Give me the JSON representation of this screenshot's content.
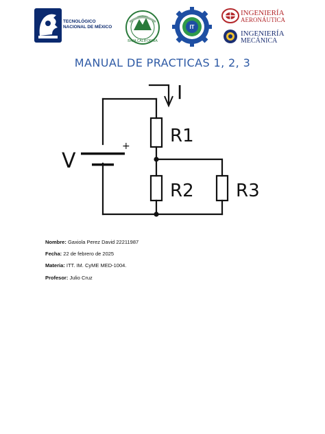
{
  "header": {
    "tecnm_name_line1": "TECNOLÓGICO",
    "tecnm_name_line2": "NACIONAL DE MÉXICO",
    "itt_ring_text": "BAJA CALIFORNIA",
    "gear_center_text": "IT",
    "aero_label_line1": "INGENIERÍA",
    "aero_label_line2": "AERONÁUTICA",
    "mec_label_line1": "INGENIERÍA",
    "mec_label_line2": "MECÁNICA"
  },
  "title": "MANUAL DE PRACTICAS 1, 2, 3",
  "circuit": {
    "source_label": "V",
    "plus_sign": "+",
    "current_label": "I",
    "resistors": [
      "R1",
      "R2",
      "R3"
    ]
  },
  "info": [
    {
      "label": "Nombre:",
      "value": "Gaxiola Perez David 22211987"
    },
    {
      "label": "Fecha:",
      "value": "22 de febrero de 2025"
    },
    {
      "label": "Materia:",
      "value": "ITT. IM. CyME MED-1004."
    },
    {
      "label": "Profesor:",
      "value": "Julio Cruz"
    }
  ],
  "colors": {
    "title": "#2e5aa5",
    "tecnm_blue": "#0b2a6f",
    "itt_green": "#2a7a3b",
    "gear_blue": "#1e4fa3",
    "aero_red": "#b3272b",
    "mec_blue": "#1b2f73"
  }
}
